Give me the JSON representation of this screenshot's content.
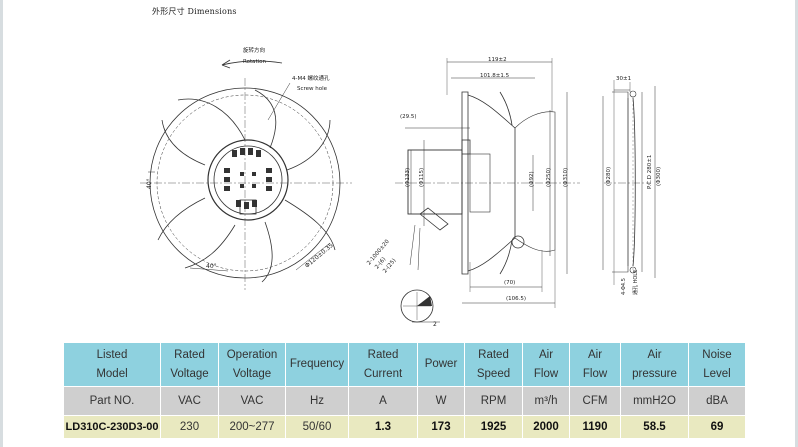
{
  "title": "外形尺寸 Dimensions",
  "drawing": {
    "rotation_cn": "旋转方向",
    "rotation_en": "Rotation",
    "screw_cn": "4-M4 螺纹通孔",
    "screw_en": "Screw hole",
    "d119": "119±2",
    "d1018": "101.8±1.5",
    "d295": "(29.5)",
    "d133": "(Φ133)",
    "d115": "(Φ115)",
    "d92": "(Φ92)",
    "d250": "(Φ250)",
    "d310": "(Φ310)",
    "d70": "(70)",
    "d1065": "(106.5)",
    "lead1": "2-1000±20",
    "lead2": "2-(6)",
    "lead3": "2-(25)",
    "pcd": "Φ120±0.35",
    "ang40a": "40°",
    "ang40b": "40°",
    "d30": "30±1",
    "d280": "(Φ280)",
    "pcd2": "P.C.D 280±1",
    "d300": "(Φ300)",
    "hole": "4-Φ4.5",
    "hole_lbl": "通孔 HOLE",
    "two": "2"
  },
  "table": {
    "headers": [
      [
        "Listed",
        "Model"
      ],
      [
        "Rated",
        "Voltage"
      ],
      [
        "Operation",
        "Voltage"
      ],
      [
        "Frequency"
      ],
      [
        "Rated",
        "Current"
      ],
      [
        "Power"
      ],
      [
        "Rated",
        "Speed"
      ],
      [
        "Air",
        "Flow"
      ],
      [
        "Air",
        "Flow"
      ],
      [
        "Air",
        "pressure"
      ],
      [
        "Noise",
        "Level"
      ]
    ],
    "units": [
      "Part NO.",
      "VAC",
      "VAC",
      "Hz",
      "A",
      "W",
      "RPM",
      "m³/h",
      "CFM",
      "mmH2O",
      "dBA"
    ],
    "values": [
      "LD310C-230D3-00",
      "230",
      "200~277",
      "50/60",
      "1.3",
      "173",
      "1925",
      "2000",
      "1190",
      "58.5",
      "69"
    ]
  }
}
